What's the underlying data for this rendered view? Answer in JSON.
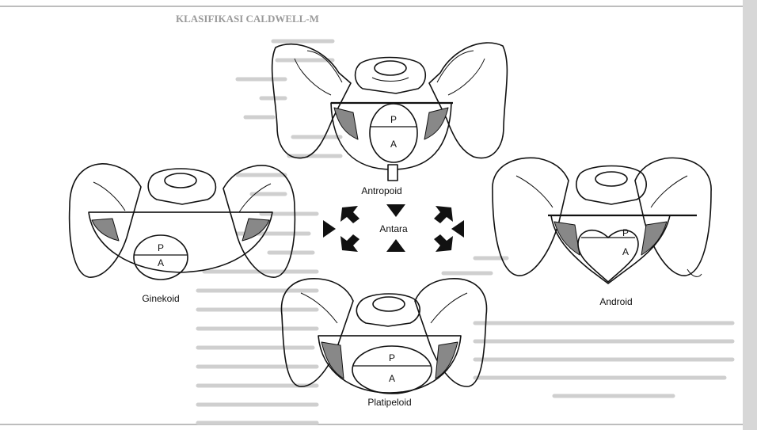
{
  "page": {
    "background_text_header": "KLASIFIKASI CALDWELL-M"
  },
  "figure": {
    "center_label": "Antara",
    "pelvis_types": [
      {
        "id": "ginekoid",
        "label": "Ginekoid",
        "inlet_letters": [
          "P",
          "A"
        ]
      },
      {
        "id": "antropoid",
        "label": "Antropoid",
        "inlet_letters": [
          "P",
          "A"
        ]
      },
      {
        "id": "android",
        "label": "Android",
        "inlet_letters": [
          "P",
          "A"
        ]
      },
      {
        "id": "platipeloid",
        "label": "Platipeloid",
        "inlet_letters": [
          "P",
          "A"
        ]
      }
    ]
  },
  "colors": {
    "ink": "#111111",
    "paper": "#ffffff",
    "bleed_text": "#9a9a9a",
    "page_edge": "#c9c9c9"
  }
}
